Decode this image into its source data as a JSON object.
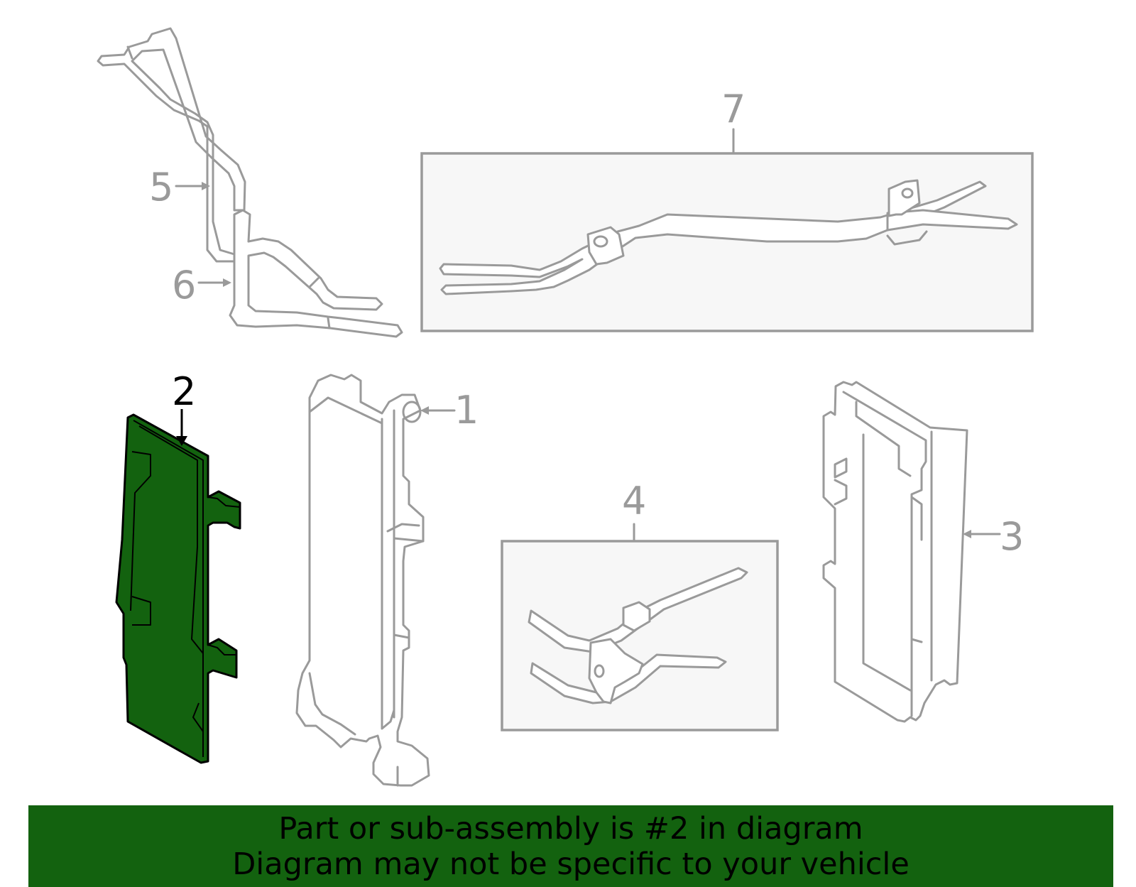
{
  "callouts": {
    "c1": "1",
    "c2": "2",
    "c3": "3",
    "c4": "4",
    "c5": "5",
    "c6": "6",
    "c7": "7"
  },
  "highlighted_part": "2",
  "banner": {
    "line1": "Part or sub-assembly is #2 in diagram",
    "line2": "Diagram may not be specific to your vehicle"
  },
  "colors": {
    "highlight_fill": "#13620f",
    "banner_background": "#13620f",
    "part_outline": "#9a9a9a",
    "inset_background": "#f7f7f7"
  }
}
